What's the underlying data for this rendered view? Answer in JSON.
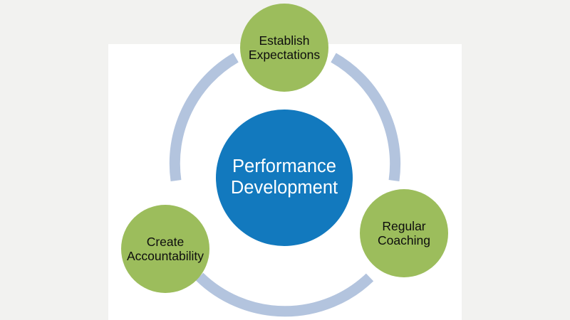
{
  "diagram": {
    "title": "Performance Development",
    "type": "circular-cycle",
    "background_color": "#f2f2f0",
    "panel_color": "#ffffff",
    "center": {
      "id": "performance-development",
      "label": "Performance\nDevelopment",
      "color": "#1279be",
      "text_color": "#ffffff"
    },
    "arc_color": "#b3c4de",
    "nodes": [
      {
        "id": "establish-expectations",
        "label": "Establish\nExpectations",
        "color": "#9cbd5c",
        "text_color": "#0d0d0d",
        "position": "top"
      },
      {
        "id": "regular-coaching",
        "label": "Regular\nCoaching",
        "color": "#9cbd5c",
        "text_color": "#0d0d0d",
        "position": "bottom-right"
      },
      {
        "id": "create-accountability",
        "label": "Create\nAccountability",
        "color": "#9cbd5c",
        "text_color": "#0d0d0d",
        "position": "bottom-left"
      }
    ]
  }
}
